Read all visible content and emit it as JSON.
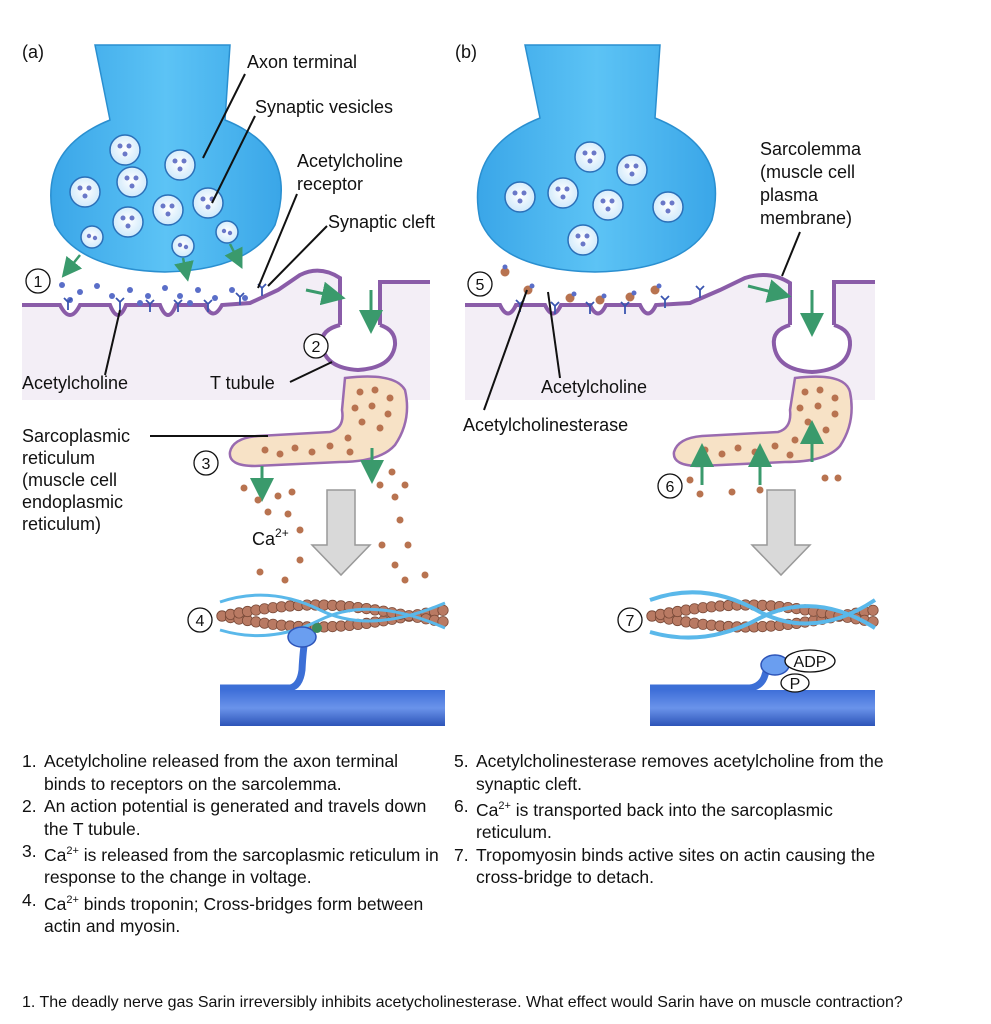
{
  "panels": {
    "a": "(a)",
    "b": "(b)"
  },
  "labels": {
    "axon_terminal": "Axon terminal",
    "synaptic_vesicles": "Synaptic vesicles",
    "ach_receptor_1": "Acetylcholine",
    "ach_receptor_2": "receptor",
    "synaptic_cleft": "Synaptic cleft",
    "acetylcholine_a": "Acetylcholine",
    "t_tubule": "T tubule",
    "sr_1": "Sarcoplasmic",
    "sr_2": "reticulum",
    "sr_3": "(muscle cell",
    "sr_4": "endoplasmic",
    "sr_5": "reticulum)",
    "ca_base": "Ca",
    "ca_sup": "2+",
    "sarcolemma_1": "Sarcolemma",
    "sarcolemma_2": "(muscle cell",
    "sarcolemma_3": "plasma",
    "sarcolemma_4": "membrane)",
    "acetylcholine_b": "Acetylcholine",
    "acetylcholinesterase": "Acetylcholinesterase",
    "adp": "ADP",
    "p": "P"
  },
  "step_markers": [
    "1",
    "2",
    "3",
    "4",
    "5",
    "6",
    "7"
  ],
  "steps_left": [
    {
      "num": "1.",
      "text": "Acetylcholine released from the axon terminal binds to receptors on the sarcolemma."
    },
    {
      "num": "2.",
      "text": "An action potential is generated and travels down the T tubule."
    },
    {
      "num": "3.",
      "pre": "Ca",
      "sup": "2+",
      "text": " is released from the sarcoplasmic reticulum in response to the change in voltage."
    },
    {
      "num": "4.",
      "pre": "Ca",
      "sup": "2+",
      "text": " binds troponin; Cross-bridges form between actin and myosin."
    }
  ],
  "steps_right": [
    {
      "num": "5.",
      "text": "Acetylcholinesterase removes acetylcholine from the synaptic cleft."
    },
    {
      "num": "6.",
      "pre": "Ca",
      "sup": "2+",
      "text": " is transported back into the sarcoplasmic reticulum."
    },
    {
      "num": "7.",
      "text": "Tropomyosin binds active sites on actin causing the cross-bridge to detach."
    }
  ],
  "question": "1. The deadly nerve gas Sarin irreversibly inhibits acetycholinesterase. What effect would Sarin have on muscle contraction?",
  "colors": {
    "axon_fill": "#49b6ef",
    "axon_dark": "#2a8fd0",
    "membrane": "#8a5ca8",
    "cytoplasm": "#f3eef6",
    "sr_fill": "#f7e2c6",
    "sr_stroke": "#9a6bb0",
    "ca_dot": "#b87350",
    "arrow_green": "#3a9a6c",
    "myosin": "#3c6fd6",
    "actin_bead": "#b97a63",
    "tropomyosin": "#5ab8ea"
  }
}
